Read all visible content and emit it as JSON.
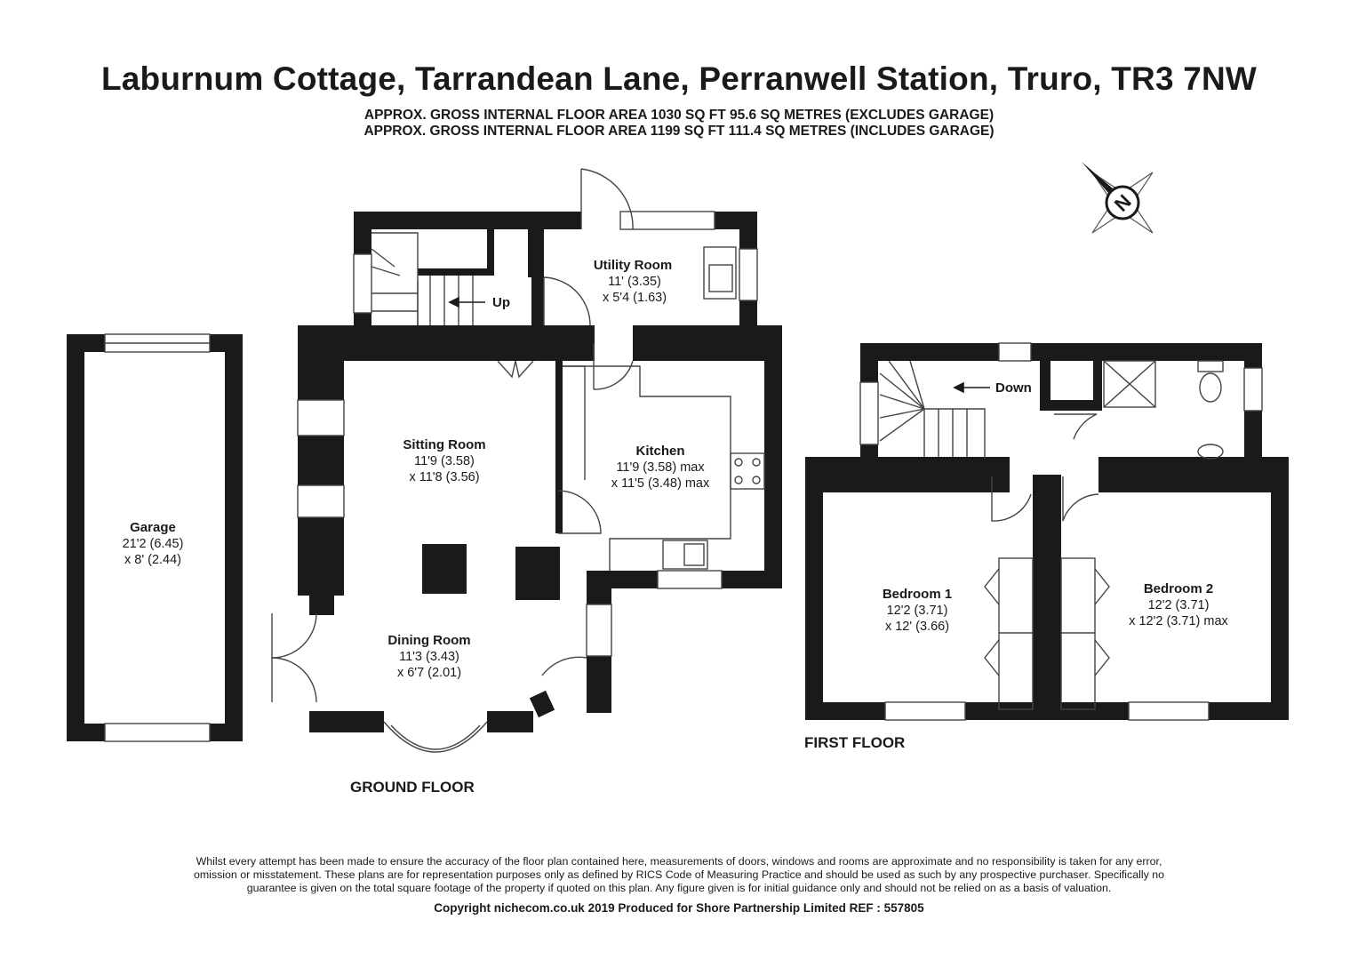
{
  "title": "Laburnum Cottage, Tarrandean Lane, Perranwell Station, Truro, TR3 7NW",
  "area_excl": "APPROX. GROSS INTERNAL FLOOR AREA 1030 SQ FT 95.6 SQ METRES (EXCLUDES GARAGE)",
  "area_incl": "APPROX. GROSS INTERNAL FLOOR AREA 1199 SQ FT 111.4 SQ METRES (INCLUDES GARAGE)",
  "compass_letter": "N",
  "floors": {
    "ground": "GROUND FLOOR",
    "first": "FIRST FLOOR"
  },
  "stairs": {
    "up": "Up",
    "down": "Down"
  },
  "rooms": {
    "garage": {
      "name": "Garage",
      "dim1": "21'2 (6.45)",
      "dim2": "x 8' (2.44)"
    },
    "utility": {
      "name": "Utility Room",
      "dim1": "11' (3.35)",
      "dim2": "x 5'4 (1.63)"
    },
    "sitting": {
      "name": "Sitting Room",
      "dim1": "11'9 (3.58)",
      "dim2": "x 11'8 (3.56)"
    },
    "kitchen": {
      "name": "Kitchen",
      "dim1": "11'9 (3.58) max",
      "dim2": "x 11'5 (3.48) max"
    },
    "dining": {
      "name": "Dining Room",
      "dim1": "11'3 (3.43)",
      "dim2": "x 6'7 (2.01)"
    },
    "bedroom1": {
      "name": "Bedroom 1",
      "dim1": "12'2 (3.71)",
      "dim2": "x 12' (3.66)"
    },
    "bedroom2": {
      "name": "Bedroom 2",
      "dim1": "12'2 (3.71)",
      "dim2": "x 12'2 (3.71) max"
    }
  },
  "disclaimer": "Whilst every attempt has been made to ensure the accuracy of the floor plan contained here, measurements of doors, windows and rooms are approximate and no responsibility is taken for any error, omission or misstatement. These plans are for representation purposes only as defined by RICS Code of Measuring Practice and should be used as such by any prospective purchaser. Specifically no guarantee is given on the total square footage of the property if quoted on this plan. Any figure given is for initial guidance only and should not be relied on as a basis of valuation.",
  "copyright": "Copyright nichecom.co.uk 2019  Produced for Shore Partnership Limited   REF : 557805",
  "colors": {
    "wall": "#1a1a1a",
    "line": "#444444"
  }
}
